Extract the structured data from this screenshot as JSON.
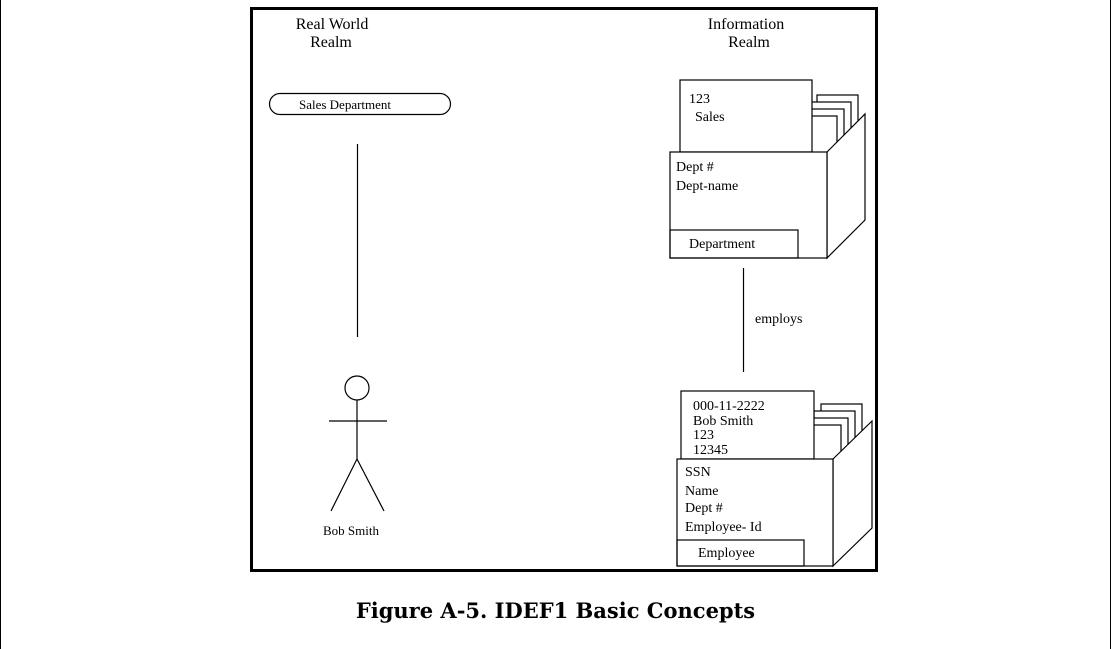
{
  "realms": {
    "real_world": [
      "Real World",
      "Realm"
    ],
    "information": [
      "Information",
      "Realm"
    ]
  },
  "real_world": {
    "department_label": "Sales Department",
    "person_label": "Bob Smith"
  },
  "department_entity": {
    "instance_values": [
      "123",
      "Sales"
    ],
    "attributes": [
      "Dept #",
      "Dept-name"
    ],
    "entity_name": "Department"
  },
  "relationship": {
    "label": "employs"
  },
  "employee_entity": {
    "instance_values": [
      "000-11-2222",
      "Bob Smith",
      "123",
      "12345"
    ],
    "attributes": [
      "SSN",
      "Name",
      "Dept #",
      "Employee- Id"
    ],
    "entity_name": "Employee"
  },
  "figure": {
    "caption": "Figure A-5.  IDEF1 Basic Concepts"
  }
}
